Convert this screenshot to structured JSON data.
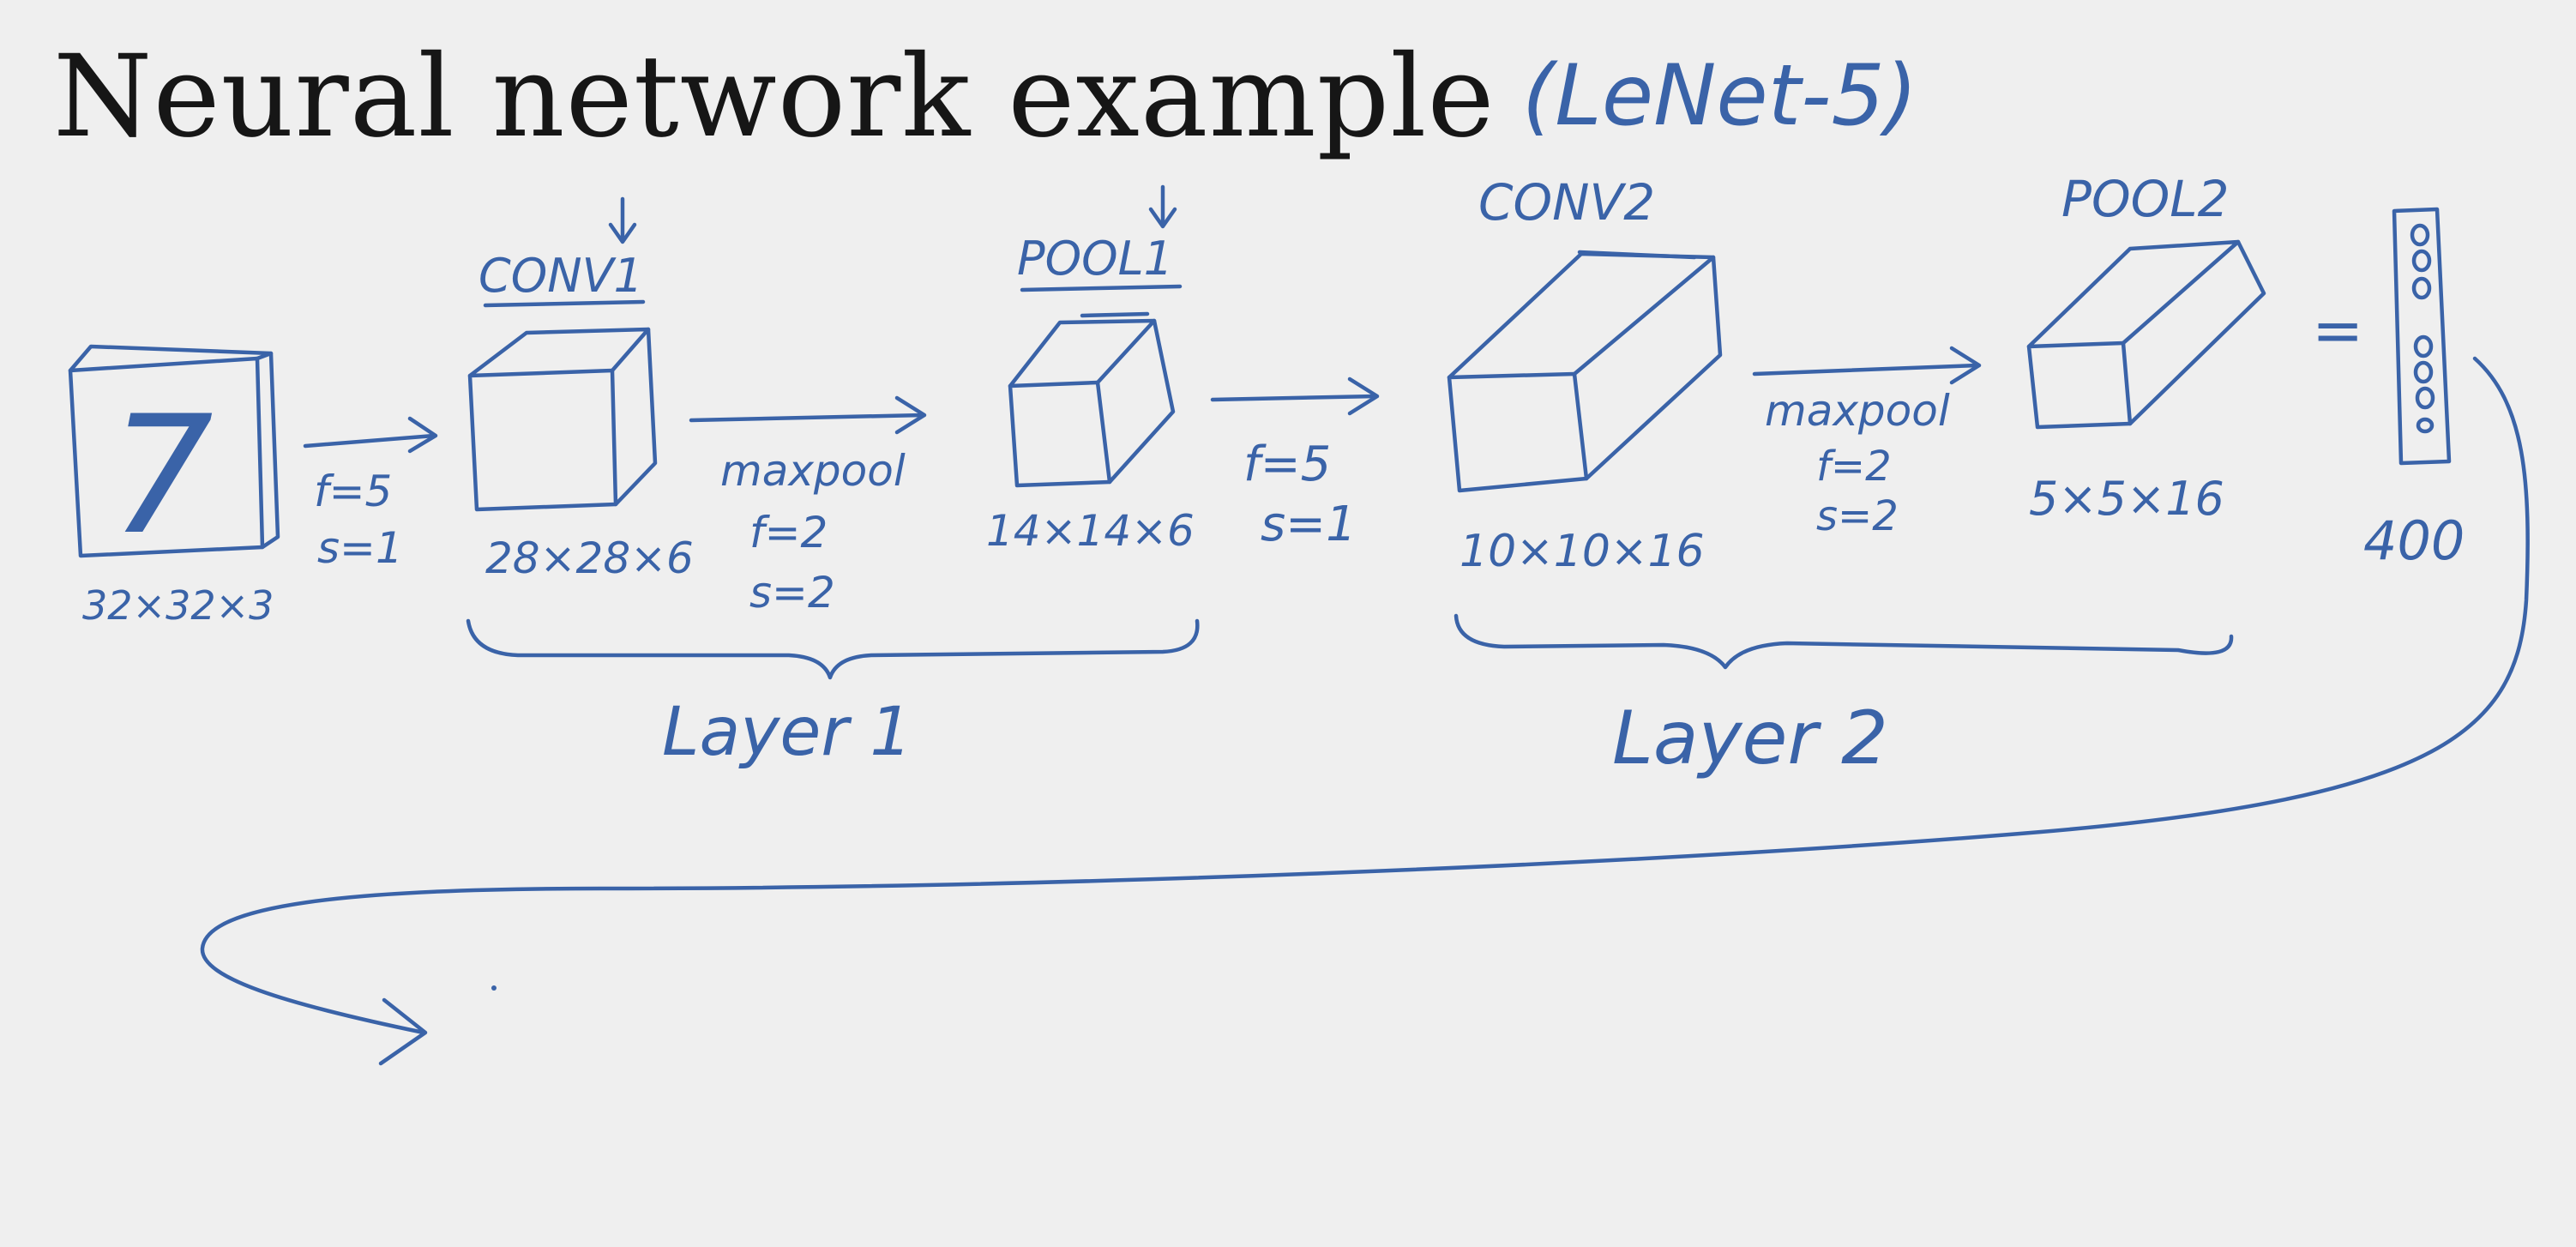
{
  "title": "Neural network example",
  "subtitle": "(LeNet-5)",
  "input": {
    "digit": "7",
    "dims": "32×32×3"
  },
  "step1": {
    "f": "f=5",
    "s": "s=1"
  },
  "conv1": {
    "label": "CONV1",
    "dims": "28×28×6"
  },
  "maxpool1": {
    "label": "maxpool",
    "f": "f=2",
    "s": "s=2"
  },
  "pool1": {
    "label": "POOL1",
    "dims": "14×14×6"
  },
  "step2": {
    "f": "f=5",
    "s": "s=1"
  },
  "conv2": {
    "label": "CONV2",
    "dims": "10×10×16"
  },
  "maxpool2": {
    "label": "maxpool",
    "f": "f=2",
    "s": "s=2"
  },
  "pool2": {
    "label": "POOL2",
    "dims": "5×5×16"
  },
  "flatten": {
    "equals": "=",
    "dims": "400"
  },
  "layer1": {
    "label": "Layer 1"
  },
  "layer2": {
    "label": "Layer 2"
  }
}
